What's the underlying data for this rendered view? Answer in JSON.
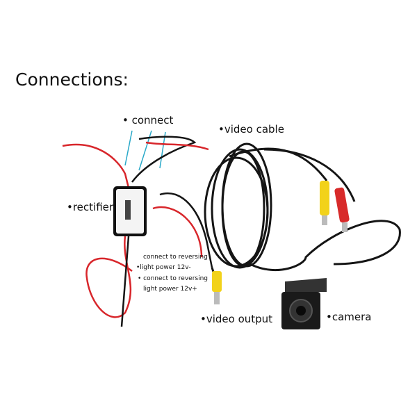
{
  "title": "Connections:",
  "labels": {
    "connect": "• connect",
    "video_cable": "•video cable",
    "rectifier": "•rectifier",
    "reverse_neg_1": "connect to reversing",
    "reverse_neg_2": "•light power 12v-",
    "reverse_pos_1": "• connect to reversing",
    "reverse_pos_2": "light power 12v+",
    "video_output": "•video output",
    "camera": "•camera"
  },
  "colors": {
    "red_wire": "#d8262b",
    "black_wire": "#151515",
    "yellow_plug": "#f2d21a",
    "red_plug": "#d82a2a",
    "connect_lines": "#2aa9c9"
  }
}
